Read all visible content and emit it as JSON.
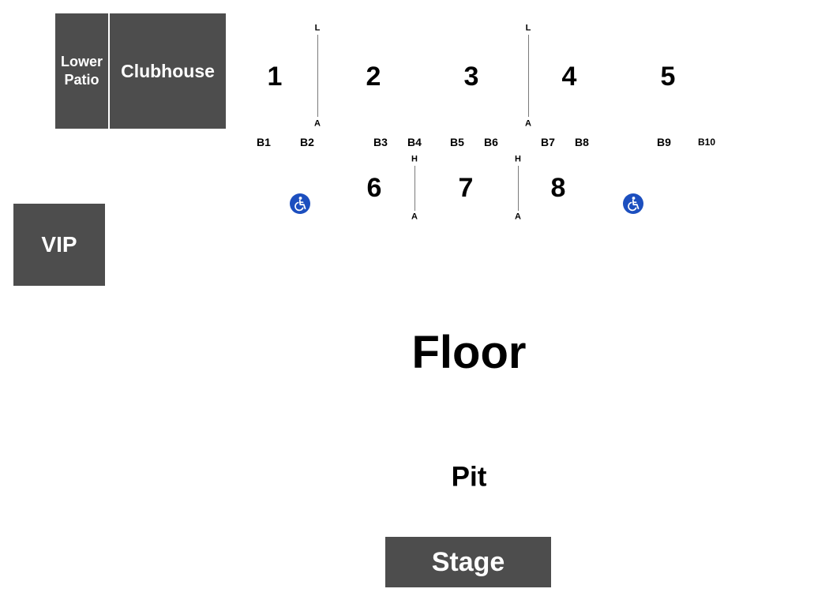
{
  "areas": {
    "lower_patio": "Lower\nPatio",
    "clubhouse": "Clubhouse",
    "vip": "VIP",
    "stage": "Stage"
  },
  "sections_upper": [
    "1",
    "2",
    "3",
    "4",
    "5"
  ],
  "sections_lower": [
    "6",
    "7",
    "8"
  ],
  "boxes": [
    "B1",
    "B2",
    "B3",
    "B4",
    "B5",
    "B6",
    "B7",
    "B8",
    "B9",
    "B10"
  ],
  "row_markers": {
    "upper_top": "L",
    "upper_bottom": "A",
    "lower_top": "H",
    "lower_bottom": "A"
  },
  "floor_label": "Floor",
  "pit_label": "Pit",
  "icons": {
    "accessibility": "wheelchair-icon"
  },
  "colors": {
    "area_fill": "#4d4d4d",
    "area_text": "#ffffff",
    "label_text": "#000000",
    "accessibility": "#1c4fbf"
  }
}
